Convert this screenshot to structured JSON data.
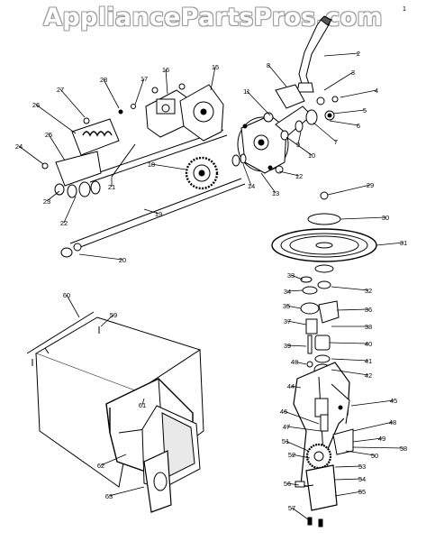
{
  "watermark": "AppliancePartsPros.com",
  "callouts": [
    "1",
    "2",
    "3",
    "4",
    "5",
    "6",
    "7",
    "8",
    "9",
    "10",
    "11",
    "12",
    "13",
    "14",
    "15",
    "16",
    "17",
    "18",
    "19",
    "20",
    "21",
    "22",
    "23",
    "24",
    "25",
    "26",
    "27",
    "28",
    "29",
    "30",
    "31",
    "32",
    "33",
    "34",
    "35",
    "36",
    "37",
    "38",
    "39",
    "40",
    "41",
    "42",
    "43",
    "44",
    "45",
    "46",
    "47",
    "48",
    "49",
    "50",
    "51",
    "52",
    "53",
    "54",
    "55",
    "56",
    "57",
    "58",
    "59",
    "60",
    "61",
    "62",
    "63"
  ]
}
